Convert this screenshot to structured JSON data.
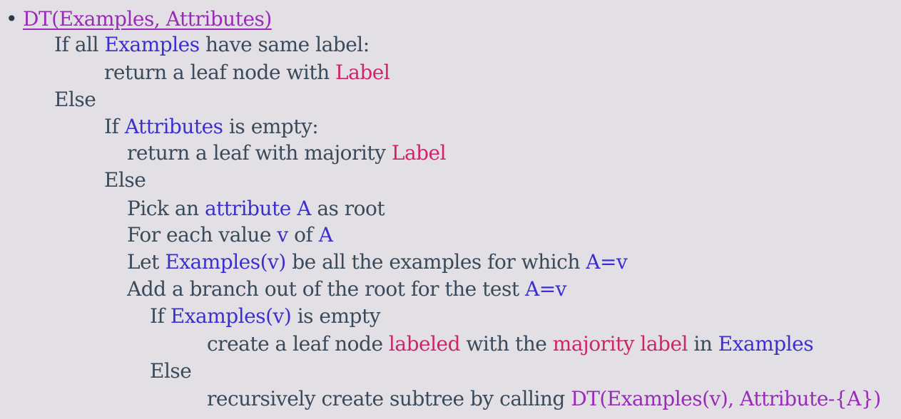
{
  "slide": {
    "title": "DT(Examples, Attributes)",
    "bullet": "•",
    "lines": [
      {
        "text_parts": [
          "If all ",
          "Examples",
          " have same label:"
        ]
      },
      {
        "text_parts": [
          "return a leaf node with ",
          "Label"
        ]
      },
      {
        "text_parts": [
          "Else"
        ]
      },
      {
        "text_parts": [
          "If  ",
          "Attributes",
          " is empty:"
        ]
      },
      {
        "text_parts": [
          "return a leaf with majority ",
          "Label"
        ]
      },
      {
        "text_parts": [
          "Else"
        ]
      },
      {
        "text_parts": [
          "Pick an ",
          "attribute A",
          " as root"
        ]
      },
      {
        "text_parts": [
          "For each value ",
          "v",
          " of ",
          "A"
        ]
      },
      {
        "text_parts": [
          "Let ",
          "Examples(v)",
          " be all the examples for which  ",
          "A=v"
        ]
      },
      {
        "text_parts": [
          "Add a branch out of the root for the test  ",
          "A=v"
        ]
      },
      {
        "text_parts": [
          "If  ",
          "Examples(v)",
          "  is empty"
        ]
      },
      {
        "text_parts": [
          "create a leaf node ",
          "labeled",
          " with the ",
          "majority label",
          " in ",
          "Examples"
        ]
      },
      {
        "text_parts": [
          "Else"
        ]
      },
      {
        "text_parts": [
          "recursively create subtree by calling ",
          "DT(Examples(v), Attribute-{A})"
        ]
      }
    ]
  },
  "colors": {
    "background": "#e2e0e4",
    "text": "#3a4a5a",
    "keyword_blue": "#3b2fd0",
    "label_red": "#d0246a",
    "function_purple": "#9a2bb8"
  }
}
